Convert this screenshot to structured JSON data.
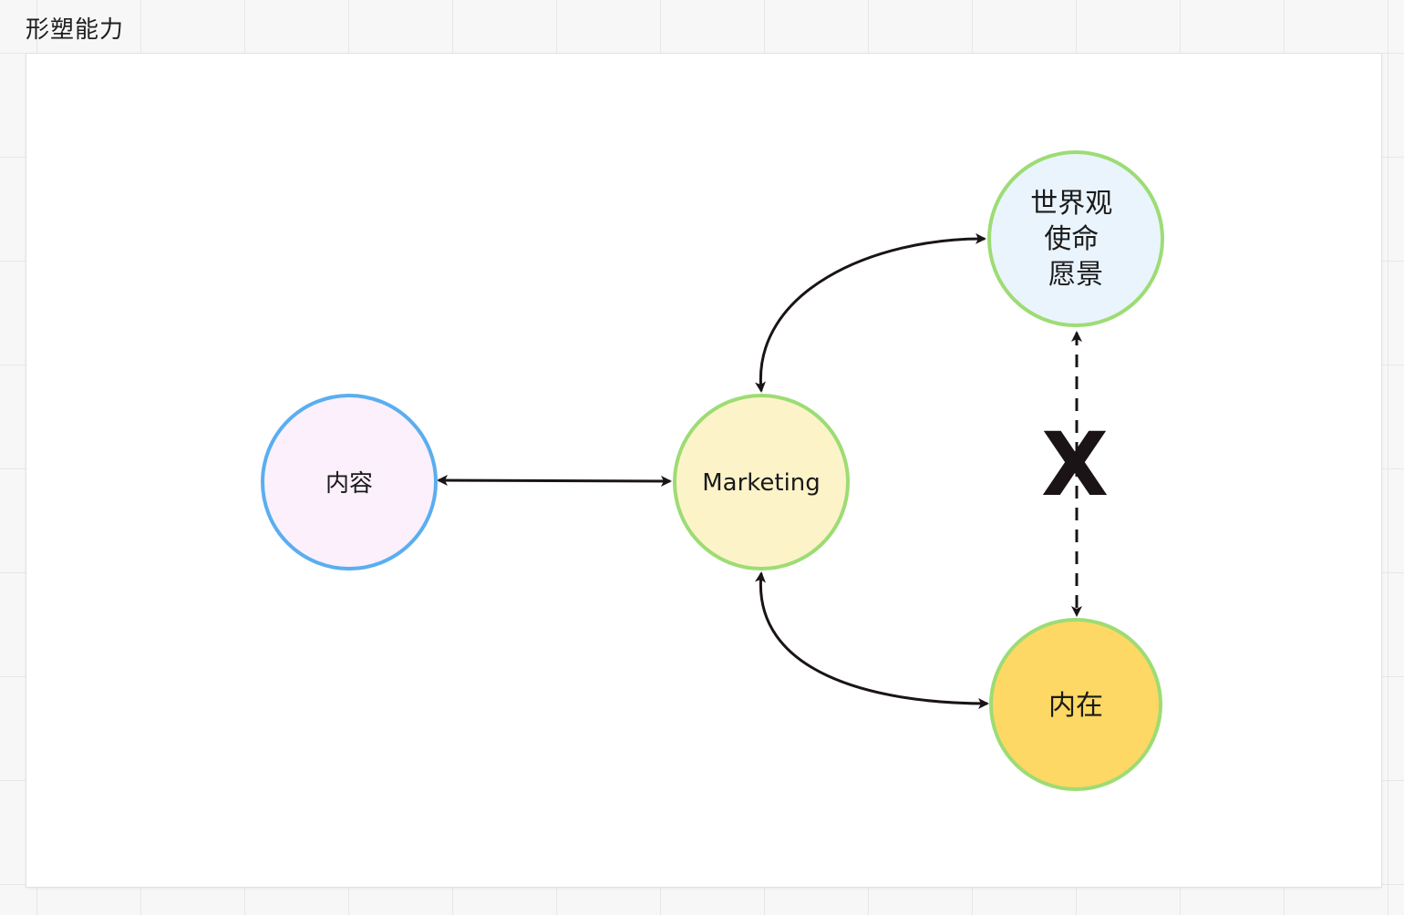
{
  "frame": {
    "title": "形塑能力"
  },
  "nodes": {
    "content": {
      "label": "内容",
      "fill": "#fbf0fb",
      "stroke": "#5aaef0"
    },
    "marketing": {
      "label": "Marketing",
      "fill": "#fdf3c8",
      "stroke": "#9ddc74"
    },
    "worldview": {
      "lines": [
        "世界观",
        "使命",
        "愿景"
      ],
      "fill": "#eaf4fd",
      "stroke": "#9ddc74"
    },
    "inner": {
      "label": "内在",
      "fill": "#fdd864",
      "stroke": "#9ddc74"
    }
  },
  "connector_mark": {
    "label": "X"
  },
  "colors": {
    "edge": "#1a1416"
  }
}
